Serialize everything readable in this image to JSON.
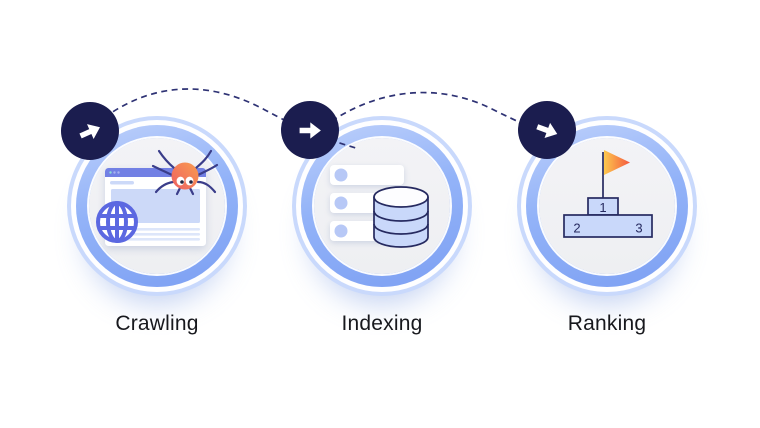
{
  "steps": [
    {
      "label": "Crawling",
      "icon": "spider-browser-globe-illustration"
    },
    {
      "label": "Indexing",
      "icon": "server-database-illustration"
    },
    {
      "label": "Ranking",
      "icon": "podium-flag-illustration",
      "podium": {
        "first": "1",
        "second": "2",
        "third": "3"
      }
    }
  ],
  "connectors": {
    "style": "dashed-curve",
    "count": 2
  },
  "colors": {
    "badge_navy": "#1b1d4f",
    "connector_dash": "#2e3274",
    "halo_ring": "#c9d9fc",
    "ring_gradient_light": "#bdd0fb",
    "ring_gradient_dark": "#7da0f3",
    "inner_circle": "#f1f1f4",
    "label_text": "#17181d",
    "window_header_indigo": "#7280e4",
    "globe_indigo": "#5b68e1",
    "illustration_fill_blue": "#c9d8fa",
    "outline_navy": "#262a60",
    "spider_body_red": "#ee5f63",
    "spider_body_orange": "#f99d4f",
    "flag_orange_light": "#fdc84e",
    "flag_orange_dark": "#f4583f"
  }
}
